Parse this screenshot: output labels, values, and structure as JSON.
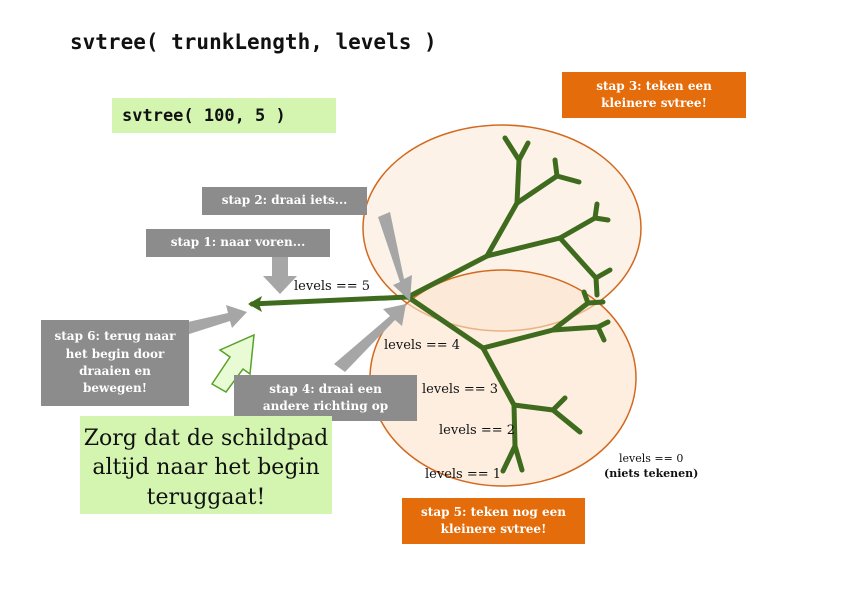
{
  "title": "svtree( trunkLength, levels )",
  "call_example": "svtree( 100, 5 )",
  "steps": {
    "step1": "stap 1: naar voren...",
    "step2": "stap 2: draai iets...",
    "step3_line1": "stap 3: teken een",
    "step3_line2": "kleinere svtree!",
    "step4_line1": "stap 4: draai een",
    "step4_line2": "andere richting op",
    "step5_line1": "stap 5: teken nog een",
    "step5_line2": "kleinere svtree!",
    "step6_line1": "stap 6: terug naar",
    "step6_line2": "het begin door",
    "step6_line3": "draaien en",
    "step6_line4": "bewegen!"
  },
  "note": {
    "line1": "Zorg dat de schildpad",
    "line2": "altijd naar het begin",
    "line3": "teruggaat!"
  },
  "level_labels": {
    "l5": "levels == 5",
    "l4": "levels == 4",
    "l3": "levels == 3",
    "l2": "levels == 2",
    "l1": "levels == 1",
    "l0": "levels == 0",
    "l0_note": "(niets tekenen)"
  },
  "colors": {
    "tree": "#3f6b1f",
    "orange": "#e46c0a",
    "gray": "#8c8c8c",
    "light_green": "#d4f5b0",
    "ellipse_fill": "#fdf0e4"
  }
}
